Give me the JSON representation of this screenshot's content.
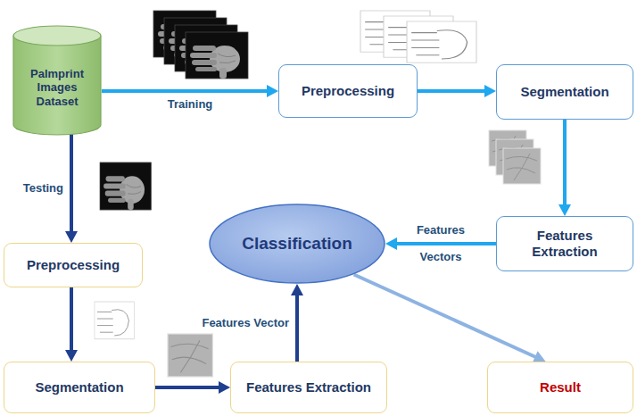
{
  "diagram": {
    "nodes": [
      {
        "text": [
          "Palmprint Images Dataset"
        ]
      },
      {
        "text": [
          "Preprocessing"
        ]
      },
      {
        "text": [
          "Segmentation"
        ]
      },
      {
        "text": [
          "Features Extraction"
        ]
      },
      {
        "text": [
          "Classification"
        ]
      },
      {
        "text": [
          "Preprocessing"
        ]
      },
      {
        "text": [
          "Segmentation"
        ]
      },
      {
        "text": [
          "Features Extraction"
        ]
      },
      {
        "text": [
          "Result"
        ]
      }
    ],
    "edges": [
      {
        "from": 0,
        "to": 1,
        "arrow": "to",
        "label": "Training"
      },
      {
        "from": 1,
        "to": 2,
        "arrow": "to"
      },
      {
        "from": 2,
        "to": 3,
        "arrow": "to"
      },
      {
        "from": 3,
        "to": 4,
        "arrow": "to",
        "label": "Features Vectors"
      },
      {
        "from": 0,
        "to": 5,
        "arrow": "to",
        "label": "Testing"
      },
      {
        "from": 5,
        "to": 6,
        "arrow": "to"
      },
      {
        "from": 6,
        "to": 7,
        "arrow": "to"
      },
      {
        "from": 7,
        "to": 4,
        "arrow": "to",
        "label": "Features Vector"
      },
      {
        "from": 4,
        "to": 8,
        "arrow": "to"
      }
    ]
  }
}
